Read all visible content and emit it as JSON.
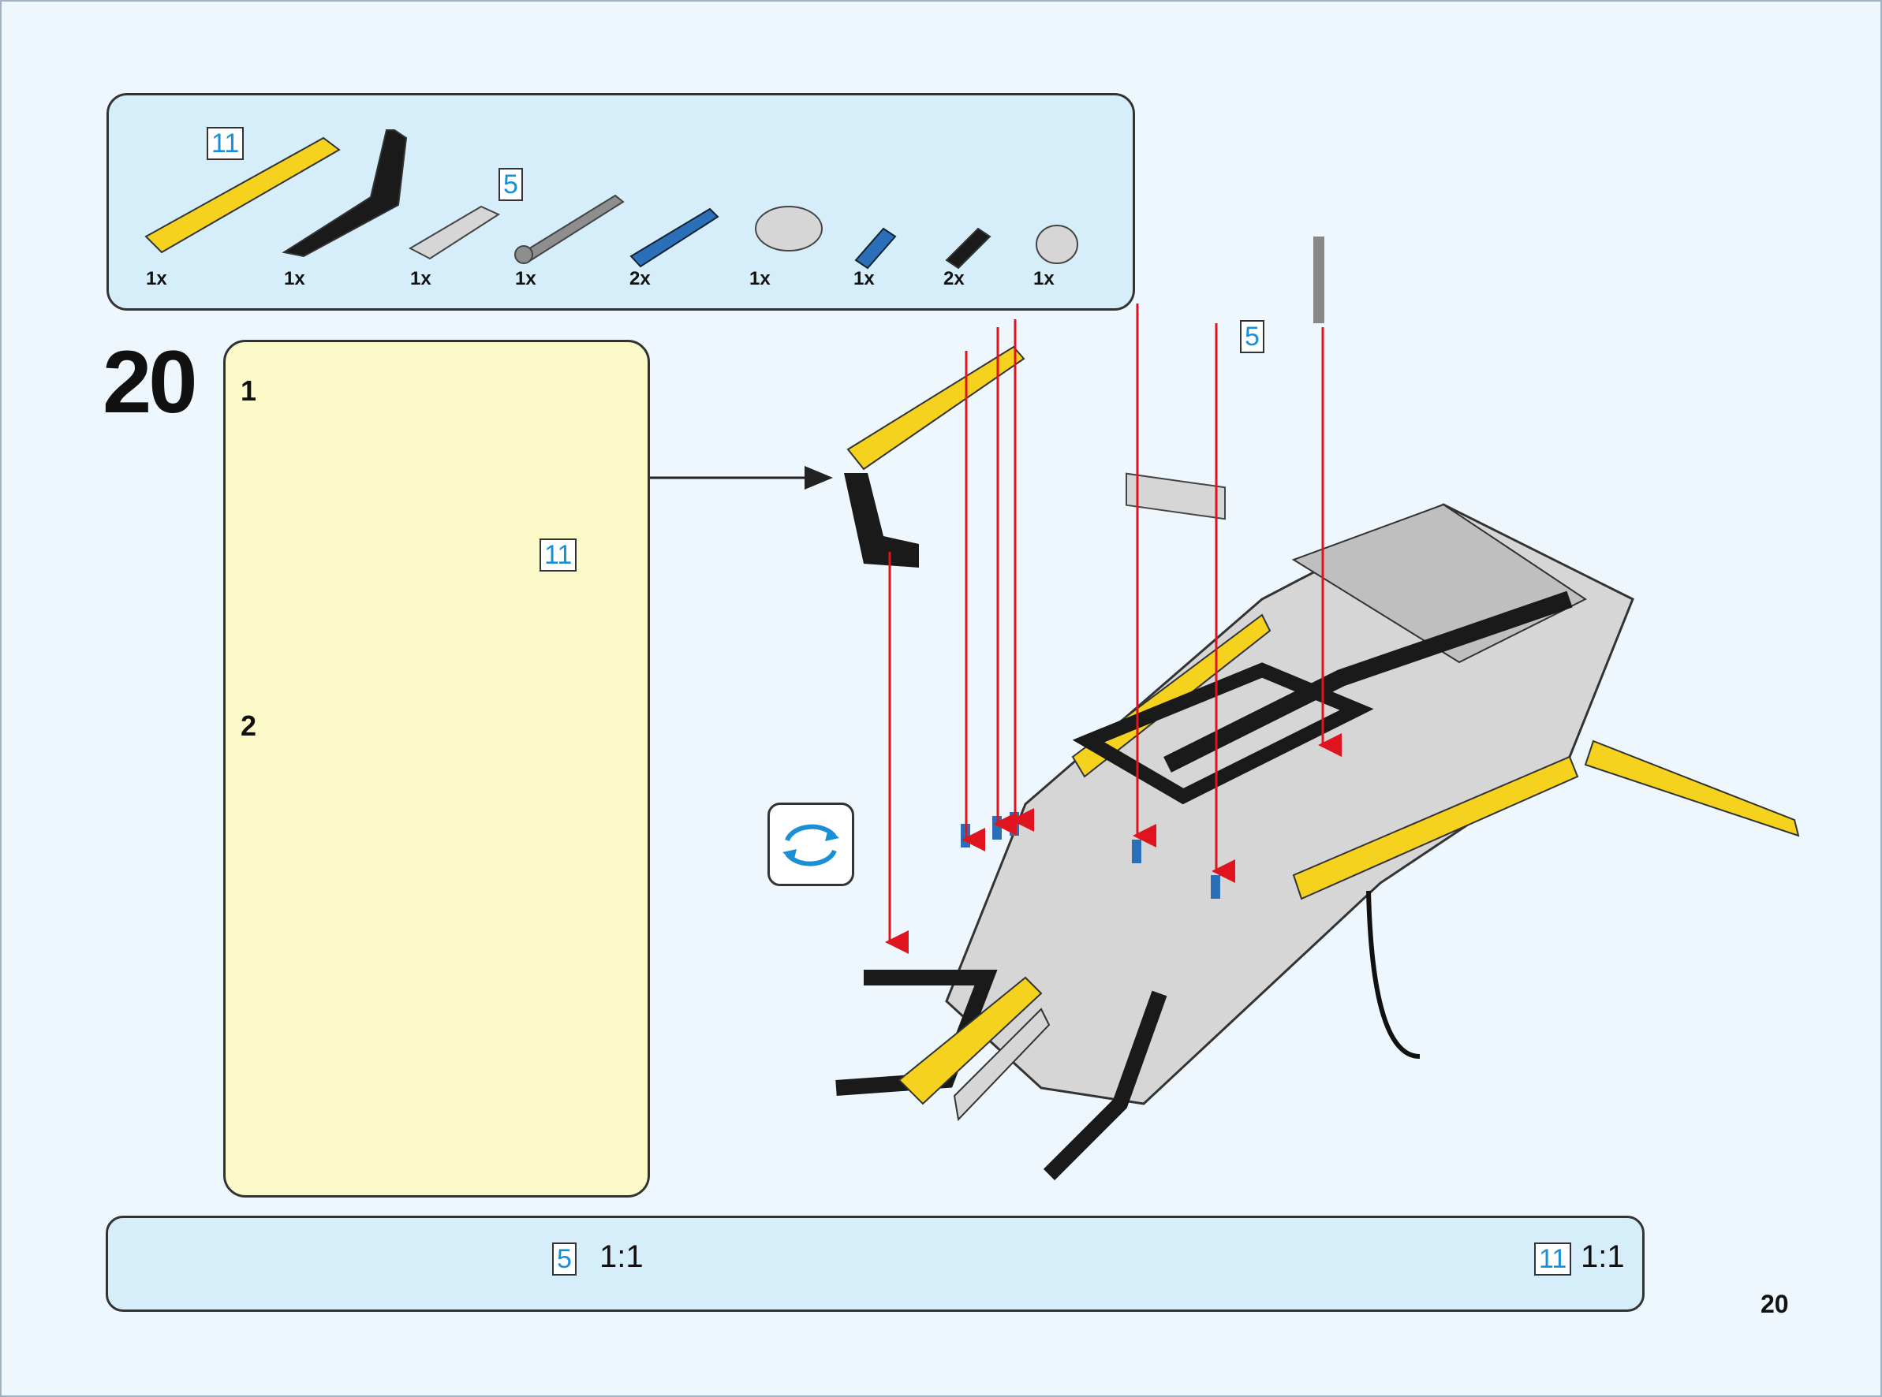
{
  "step": {
    "number": "20",
    "page_number": "20"
  },
  "parts_list": [
    {
      "name": "yellow-beam-11",
      "qty": "1x",
      "length_tag": "11"
    },
    {
      "name": "black-bent-beam",
      "qty": "1x"
    },
    {
      "name": "gray-beam-5",
      "qty": "1x",
      "length_tag": "5"
    },
    {
      "name": "gray-axle",
      "qty": "1x"
    },
    {
      "name": "blue-long-pin",
      "qty": "2x"
    },
    {
      "name": "gray-cross-block",
      "qty": "1x"
    },
    {
      "name": "blue-axle-pin",
      "qty": "1x"
    },
    {
      "name": "black-pin",
      "qty": "2x"
    },
    {
      "name": "gray-bush",
      "qty": "1x"
    }
  ],
  "substeps": [
    {
      "label": "1",
      "length_tag": "11"
    },
    {
      "label": "2"
    }
  ],
  "main_callout": {
    "length_tag": "5"
  },
  "ruler": [
    {
      "length_tag": "5",
      "scale": "1:1",
      "color": "#c8c8c8"
    },
    {
      "length_tag": "11",
      "scale": "1:1",
      "color": "#f5d21e"
    }
  ],
  "colors": {
    "yellow": "#f5d21e",
    "black": "#1a1a1a",
    "gray": "#cfcfcf",
    "blue": "#2a6fb8",
    "arrow": "#e0141e"
  }
}
